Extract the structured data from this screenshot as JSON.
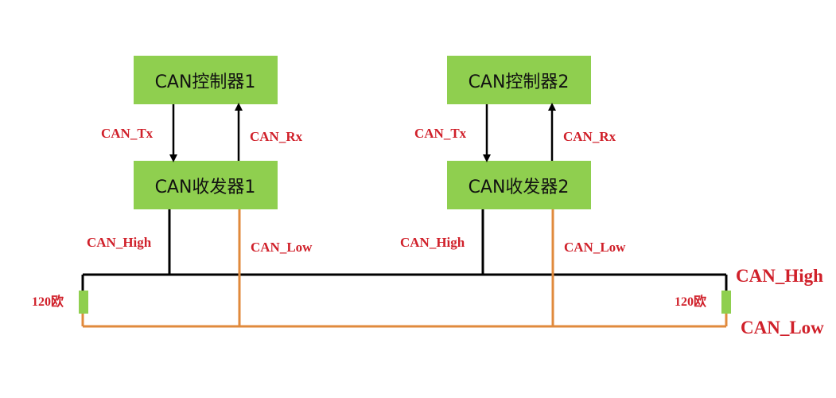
{
  "nodes": [
    {
      "controller": "CAN控制器1",
      "transceiver": "CAN收发器1",
      "tx_label": "CAN_Tx",
      "rx_label": "CAN_Rx",
      "high_label": "CAN_High",
      "low_label": "CAN_Low"
    },
    {
      "controller": "CAN控制器2",
      "transceiver": "CAN收发器2",
      "tx_label": "CAN_Tx",
      "rx_label": "CAN_Rx",
      "high_label": "CAN_High",
      "low_label": "CAN_Low"
    }
  ],
  "bus": {
    "high_label": "CAN_High",
    "low_label": "CAN_Low"
  },
  "resistors": [
    {
      "label": "120欧"
    },
    {
      "label": "120欧"
    }
  ],
  "colors": {
    "box_fill": "#8fcf4f",
    "label_red": "#d0202a",
    "can_high_wire": "#000000",
    "can_low_wire": "#e08a3c"
  }
}
